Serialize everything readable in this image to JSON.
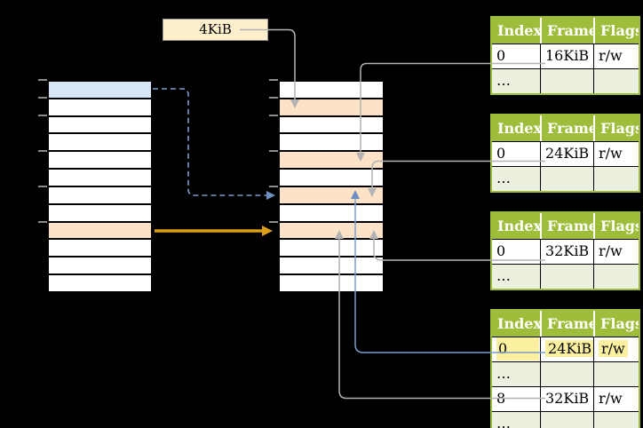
{
  "colors": {
    "background": "#000000",
    "green": "#9EBE3B",
    "alt_row_green": "#EBF1DE",
    "highlight_yellow": "#FBF0A0",
    "orange_row": "#FCE3C7",
    "blue_row": "#D8E5F6",
    "label_cream": "#FDEFCB",
    "label_border": "#999999",
    "arrow_gray": "#B3B3B3",
    "arrow_blue": "#7B9CCE",
    "arrow_orange": "#DB9E18",
    "tick_gray": "#8C8C8C"
  },
  "size_label": {
    "text": "4KiB"
  },
  "memory_tables": [
    {
      "id": "virtual-memory-table",
      "row_count": 12,
      "row_colors": {
        "0": "blue",
        "8": "orange"
      }
    },
    {
      "id": "physical-memory-table",
      "row_count": 12,
      "row_colors": {
        "1": "orange",
        "4": "orange",
        "6": "orange",
        "8": "orange"
      }
    }
  ],
  "page_tables": [
    {
      "name": "page-table-1",
      "headers": [
        "Index",
        "Frame",
        "Flags"
      ],
      "rows": [
        {
          "cells": [
            "0",
            "16KiB",
            "r/w"
          ],
          "shaded": false,
          "highlighted": false
        },
        {
          "cells": [
            "…",
            "",
            ""
          ],
          "shaded": true,
          "highlighted": false
        }
      ]
    },
    {
      "name": "page-table-2",
      "headers": [
        "Index",
        "Frame",
        "Flags"
      ],
      "rows": [
        {
          "cells": [
            "0",
            "24KiB",
            "r/w"
          ],
          "shaded": false,
          "highlighted": false
        },
        {
          "cells": [
            "…",
            "",
            ""
          ],
          "shaded": true,
          "highlighted": false
        }
      ]
    },
    {
      "name": "page-table-3",
      "headers": [
        "Index",
        "Frame",
        "Flags"
      ],
      "rows": [
        {
          "cells": [
            "0",
            "32KiB",
            "r/w"
          ],
          "shaded": false,
          "highlighted": false
        },
        {
          "cells": [
            "…",
            "",
            ""
          ],
          "shaded": true,
          "highlighted": false
        }
      ]
    },
    {
      "name": "page-table-4",
      "headers": [
        "Index",
        "Frame",
        "Flags"
      ],
      "rows": [
        {
          "cells": [
            "0",
            "24KiB",
            "r/w"
          ],
          "shaded": false,
          "highlighted": true
        },
        {
          "cells": [
            "…",
            "",
            ""
          ],
          "shaded": true,
          "highlighted": false
        },
        {
          "cells": [
            "8",
            "32KiB",
            "r/w"
          ],
          "shaded": false,
          "highlighted": false
        },
        {
          "cells": [
            "…",
            "",
            ""
          ],
          "shaded": true,
          "highlighted": false
        }
      ]
    }
  ],
  "connectors": [
    {
      "id": "size-label-to-frame",
      "from": "4KiB label",
      "to": "physical frame row 1",
      "style": "solid",
      "color_ref": "arrow_gray"
    },
    {
      "id": "pt1-frame-16kib",
      "from": "page table 1 frame 16KiB",
      "to": "physical frame row 4",
      "style": "solid",
      "color_ref": "arrow_gray"
    },
    {
      "id": "pt2-frame-24kib",
      "from": "page table 2 frame 24KiB",
      "to": "physical frame row 6",
      "style": "solid",
      "color_ref": "arrow_gray"
    },
    {
      "id": "pt3-frame-32kib",
      "from": "page table 3 frame 32KiB",
      "to": "physical frame row 8",
      "style": "solid",
      "color_ref": "arrow_gray"
    },
    {
      "id": "pt4-frame-24kib",
      "from": "page table 4 frame 24KiB (highlighted)",
      "to": "physical frame row 6",
      "style": "solid",
      "color_ref": "arrow_blue"
    },
    {
      "id": "pt4-frame-32kib",
      "from": "page table 4 frame 32KiB",
      "to": "physical frame row 8",
      "style": "solid",
      "color_ref": "arrow_gray"
    },
    {
      "id": "virtual-blue-row-mapping",
      "from": "virtual memory blue row",
      "to": "physical frame row 6",
      "style": "dashed",
      "color_ref": "arrow_blue"
    },
    {
      "id": "virtual-orange-row-mapping",
      "from": "virtual memory orange row",
      "to": "physical frame row 8",
      "style": "solid",
      "color_ref": "arrow_orange"
    }
  ]
}
